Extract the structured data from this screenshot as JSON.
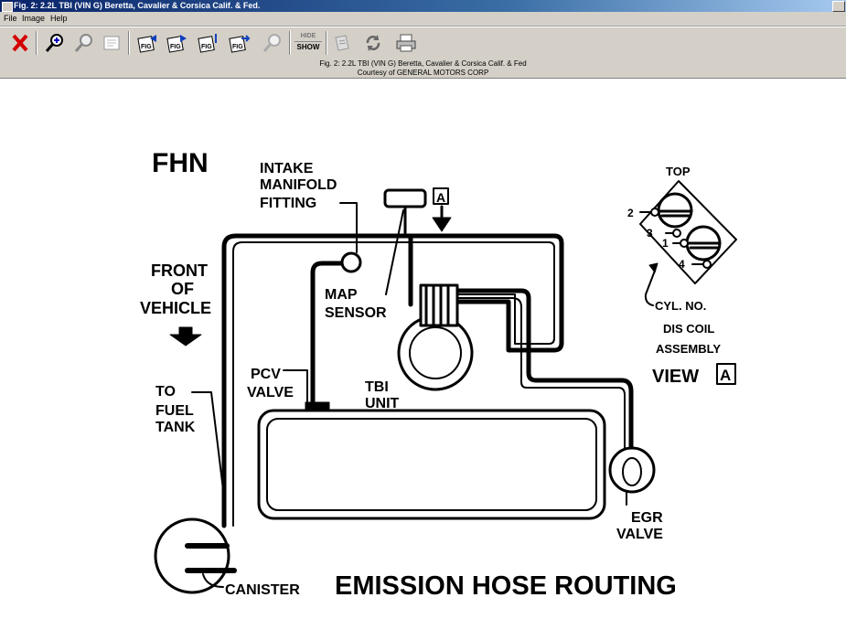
{
  "window": {
    "title": "Fig. 2: 2.2L TBI (VIN G) Beretta, Cavalier & Corsica Calif. & Fed."
  },
  "menu": {
    "items": [
      "File",
      "Image",
      "Help"
    ]
  },
  "toolbar": {
    "hide_label": "HIDE",
    "show_label": "SHOW",
    "buttons": [
      "close-x-icon",
      "zoom-in-icon",
      "zoom-out-icon",
      "fit-image-icon",
      "fig-prev-icon",
      "fig-next-icon",
      "fig-first-icon",
      "fig-last-icon",
      "zoom-reset-icon",
      "hide-show-toggle",
      "notes-icon",
      "refresh-icon",
      "print-icon"
    ]
  },
  "caption": {
    "line1": "Fig. 2: 2.2L TBI (VIN G) Beretta, Cavalier & Corsica Calif. & Fed",
    "line2": "Courtesy of GENERAL MOTORS CORP"
  },
  "diagram": {
    "code": "FHN",
    "title": "EMISSION HOSE ROUTING",
    "labels": {
      "intake_1": "INTAKE",
      "intake_2": "MANIFOLD",
      "intake_3": "FITTING",
      "front_1": "FRONT",
      "front_2": "OF",
      "front_3": "VEHICLE",
      "map_1": "MAP",
      "map_2": "SENSOR",
      "pcv_1": "PCV",
      "pcv_2": "VALVE",
      "tbi_1": "TBI",
      "tbi_2": "UNIT",
      "fuel_1": "TO",
      "fuel_2": "FUEL",
      "fuel_3": "TANK",
      "canister": "CANISTER",
      "egr_1": "EGR",
      "egr_2": "VALVE",
      "view_marker": "A",
      "top": "TOP",
      "cyl_no": "CYL. NO.",
      "dis_1": "DIS COIL",
      "dis_2": "ASSEMBLY",
      "view_word": "VIEW",
      "view_letter": "A",
      "cyl_numbers": [
        "2",
        "3",
        "1",
        "4"
      ]
    }
  }
}
